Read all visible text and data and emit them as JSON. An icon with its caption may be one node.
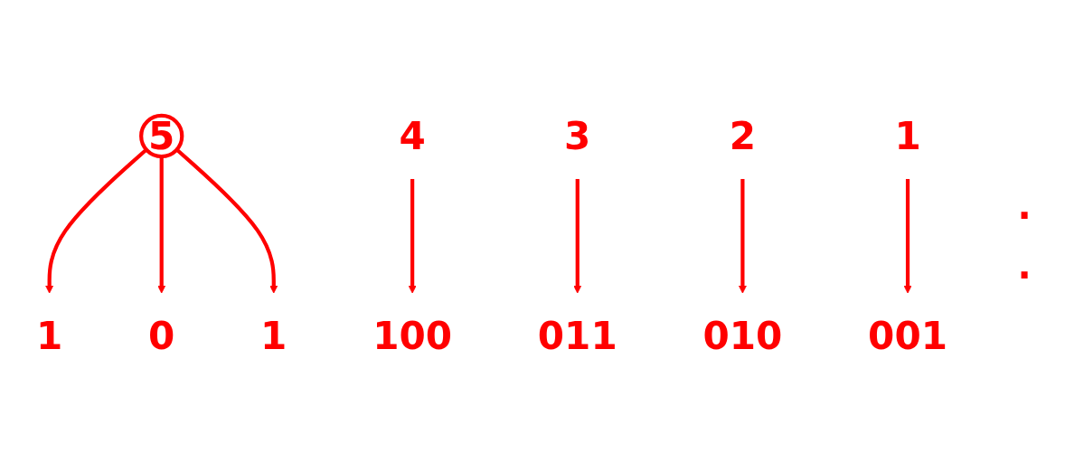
{
  "diagram": {
    "nodes": [
      {
        "text": [
          "5"
        ]
      },
      {
        "text": [
          "4"
        ]
      },
      {
        "text": [
          "3"
        ]
      },
      {
        "text": [
          "2"
        ]
      },
      {
        "text": [
          "1"
        ]
      },
      {
        "text": [
          "1"
        ]
      },
      {
        "text": [
          "0"
        ]
      },
      {
        "text": [
          "1"
        ]
      },
      {
        "text": [
          "100"
        ]
      },
      {
        "text": [
          "011"
        ]
      },
      {
        "text": [
          "010"
        ]
      },
      {
        "text": [
          "001"
        ]
      }
    ],
    "edges": [
      {
        "from": 0,
        "to": 5,
        "arrow": "to"
      },
      {
        "from": 0,
        "to": 6,
        "arrow": "to"
      },
      {
        "from": 0,
        "to": 7,
        "arrow": "to"
      },
      {
        "from": 1,
        "to": 8,
        "arrow": "to"
      },
      {
        "from": 2,
        "to": 9,
        "arrow": "to"
      },
      {
        "from": 3,
        "to": 10,
        "arrow": "to"
      },
      {
        "from": 4,
        "to": 11,
        "arrow": "to"
      }
    ],
    "labels": [
      ".",
      "."
    ]
  }
}
